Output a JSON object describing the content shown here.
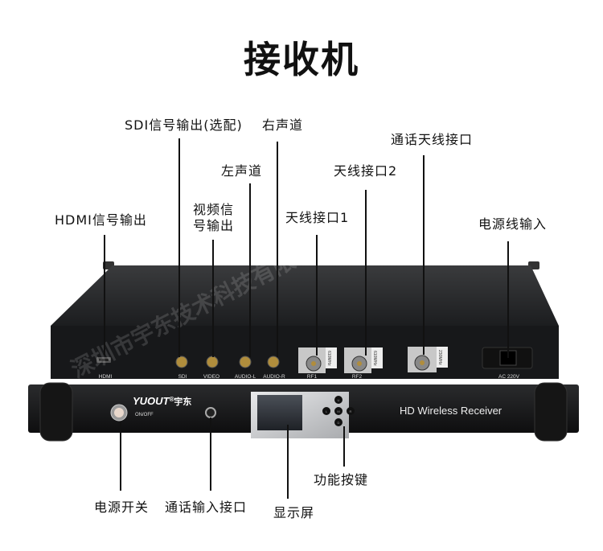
{
  "title": "接收机",
  "watermark": "深圳市宇东技术科技有限公司",
  "callouts": {
    "sdi": "SDI信号输出(选配)",
    "right_channel": "右声道",
    "talk_antenna": "通话天线接口",
    "left_channel": "左声道",
    "antenna2": "天线接口2",
    "video_line1": "视频信",
    "video_line2": "号输出",
    "hdmi": "HDMI信号输出",
    "antenna1": "天线接口1",
    "power_input": "电源线输入",
    "power_switch": "电源开关",
    "talk_input": "通话输入接口",
    "display": "显示屏",
    "function_keys": "功能按键"
  },
  "rear_panel": {
    "ports": [
      "HDMI",
      "SDI",
      "VIDEO",
      "AUDIO-L",
      "AUDIO-R",
      "RF1",
      "RF2",
      "AC 220V"
    ],
    "freq_tags": [
      "610MHz",
      "610MHz",
      "230MHz"
    ]
  },
  "front_panel": {
    "brand": "YUOUT",
    "brand_mark": "®",
    "brand_cn": "宇东",
    "on_off": "ON/OFF",
    "product_name": "HD Wireless Receiver",
    "keys": [
      "U",
      "L",
      "M",
      "R",
      "D"
    ]
  }
}
